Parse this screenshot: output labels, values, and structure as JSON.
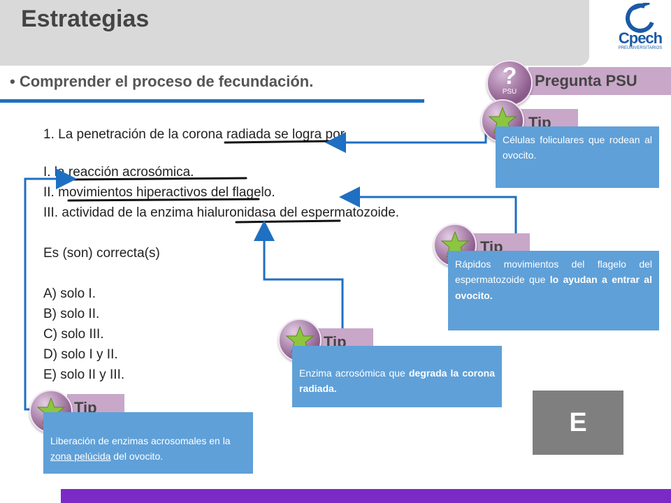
{
  "header": {
    "title": "Estrategias"
  },
  "logo": {
    "name": "Cpech",
    "sub": "PREUNIVERSITARIOS",
    "icon": "cpech-logo-icon"
  },
  "objective": "• Comprender el proceso de fecundación.",
  "psu": {
    "label": "Pregunta PSU",
    "icon_q": "?",
    "icon_text": "PSU"
  },
  "question": {
    "stem": "1.   La penetración de la corona radiada se logra por",
    "statements": [
      "I.     la reacción acrosómica.",
      "II.    movimientos hiperactivos del flagelo.",
      "III.   actividad de la enzima hialuronidasa del espermatozoide."
    ],
    "prompt": "Es (son) correcta(s)",
    "options": [
      "A)   solo I.",
      "B)   solo II.",
      "C)   solo III.",
      "D)   solo I y II.",
      "E)   solo II y III."
    ]
  },
  "tips": [
    {
      "label": "Tip",
      "text": "Células foliculares que rodean al ovocito."
    },
    {
      "label": "Tip",
      "text_a": "Rápidos movimientos del flagelo del espermatozoide que ",
      "text_b": "lo ayudan a entrar al ovocito."
    },
    {
      "label": "Tip",
      "text_a": "Enzima acrosómica que ",
      "text_b": "degrada la corona radiada."
    },
    {
      "label": "Tip",
      "text_a": "Liberación de enzimas acrosomales en la ",
      "text_u": "zona pelúcida",
      "text_b": " del ovocito."
    }
  ],
  "answer": "E",
  "colors": {
    "accent_blue": "#1f6fc2",
    "tip_box": "#5fa0d8",
    "tip_bar": "#c8a7c8",
    "star": "#8cc63f",
    "bottom_bar": "#7b2ac6",
    "answer_box": "#7f7f7f"
  }
}
